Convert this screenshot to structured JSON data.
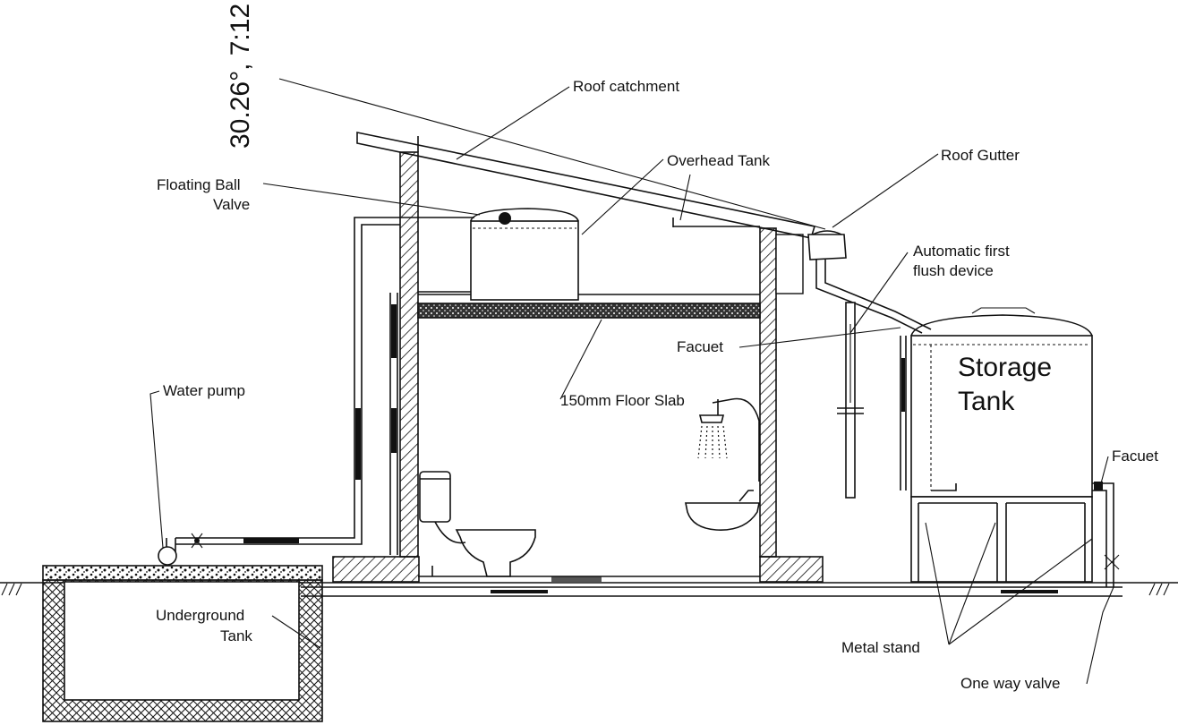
{
  "labels": {
    "angle": "30.26°, 7:12",
    "roof_catchment": "Roof catchment",
    "overhead_tank": "Overhead Tank",
    "roof_gutter": "Roof Gutter",
    "floating_ball_valve_1": "Floating Ball",
    "floating_ball_valve_2": "Valve",
    "first_flush_1": "Automatic first",
    "first_flush_2": "flush device",
    "facuet_mid": "Facuet",
    "storage_tank_1": "Storage",
    "storage_tank_2": "Tank",
    "water_pump": "Water pump",
    "floor_slab": "150mm Floor Slab",
    "facuet_right": "Facuet",
    "underground_tank_1": "Underground",
    "underground_tank_2": "Tank",
    "metal_stand": "Metal stand",
    "one_way_valve": "One way valve"
  }
}
